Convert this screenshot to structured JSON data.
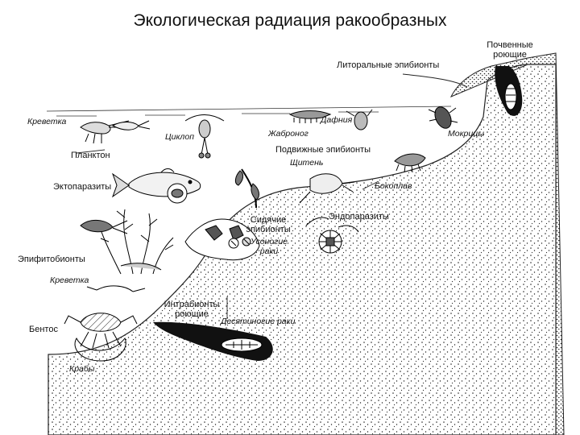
{
  "title": "Экологическая радиация ракообразных",
  "labels": {
    "soil_burrowers_1": "Почвенные",
    "soil_burrowers_2": "роющие",
    "littoral_epibionts": "Литоральные эпибионты",
    "shrimp_top": "Креветка",
    "daphnia": "Дафния",
    "cyclops": "Циклоп",
    "branchiopod": "Жаброног",
    "woodlice": "Мокрицы",
    "plankton": "Планктон",
    "mobile_epibionts": "Подвижные эпибионты",
    "tadpole_shrimp": "Щитень",
    "ectoparasites": "Эктопаразиты",
    "amphipods": "Бокоплав",
    "sessile_epibionts_1": "Сидячие",
    "sessile_epibionts_2": "эпибионты",
    "endoparasites": "Эндопаразиты",
    "barnacles_1": "Усоногие",
    "barnacles_2": "раки",
    "epiphytobionts": "Эпифитобионты",
    "shrimp_bottom": "Креветка",
    "intrabionts_1": "Интрабионты",
    "intrabionts_2": "роющие",
    "decapods": "Десятиногие раки",
    "benthos": "Бентос",
    "crabs": "Крабы"
  }
}
